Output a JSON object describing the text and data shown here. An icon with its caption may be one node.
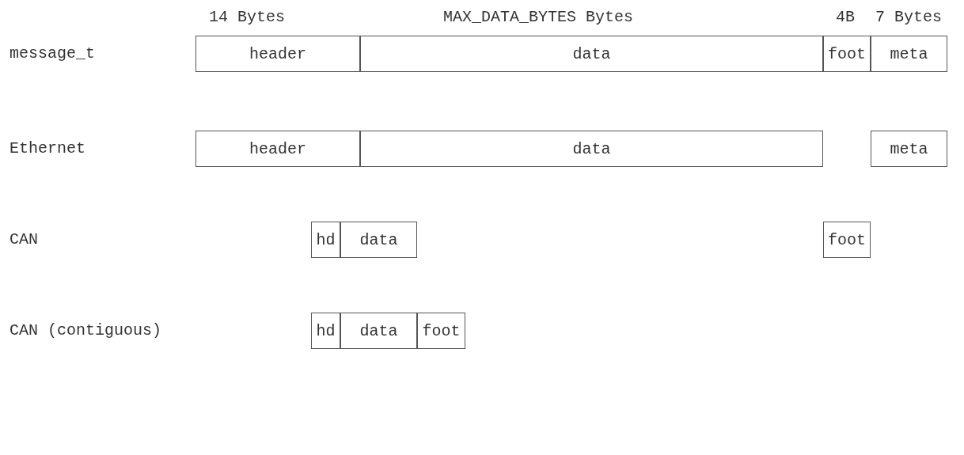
{
  "diagram": {
    "nodes": [
      {
        "text": [
          "header"
        ]
      },
      {
        "text": [
          "data"
        ]
      },
      {
        "text": [
          "foot"
        ]
      },
      {
        "text": [
          "meta"
        ]
      },
      {
        "text": [
          "header"
        ]
      },
      {
        "text": [
          "data"
        ]
      },
      {
        "text": [
          "meta"
        ]
      },
      {
        "text": [
          "hd"
        ]
      },
      {
        "text": [
          "data"
        ]
      },
      {
        "text": [
          "foot"
        ]
      },
      {
        "text": [
          "hd"
        ]
      },
      {
        "text": [
          "data"
        ]
      },
      {
        "text": [
          "foot"
        ]
      }
    ],
    "labels": [
      "14 Bytes",
      "MAX_DATA_BYTES Bytes",
      "4B",
      "7 Bytes",
      "message_t",
      "Ethernet",
      "CAN",
      "CAN (contiguous)"
    ]
  }
}
